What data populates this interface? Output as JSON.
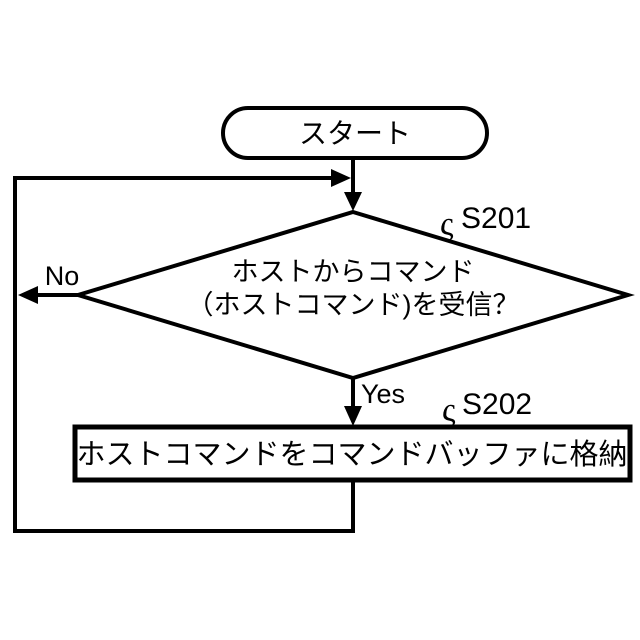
{
  "figure": {
    "type": "flowchart",
    "background_color": "#ffffff",
    "line_color": "#000000",
    "leader_glyph": "ς",
    "start": {
      "label": "スタート"
    },
    "decision": {
      "ref": "S201",
      "text_line1": "ホストからコマンド",
      "text_line2": "（ホストコマンド)を受信？",
      "branch_no_label": "No",
      "branch_yes_label": "Yes"
    },
    "process": {
      "ref": "S202",
      "label": "ホストコマンドをコマンドバッファに格納"
    }
  }
}
